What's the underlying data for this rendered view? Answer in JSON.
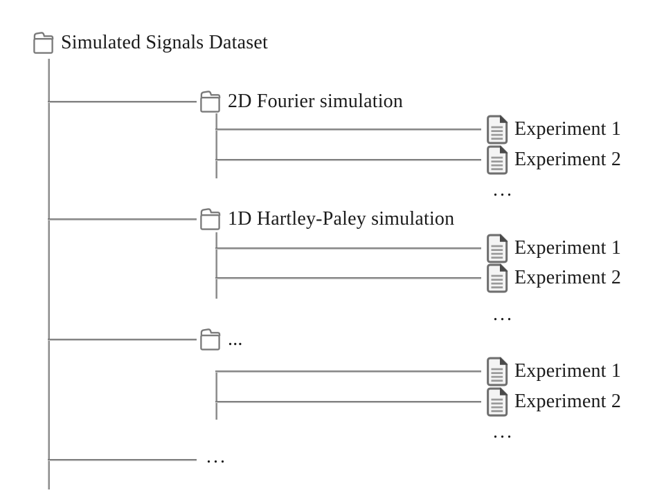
{
  "tree": {
    "root": {
      "label": "Simulated Signals Dataset",
      "icon": "folder-icon"
    },
    "groups": [
      {
        "label": "2D Fourier simulation",
        "icon": "folder-icon",
        "experiments": [
          {
            "label": "Experiment 1",
            "icon": "document-icon"
          },
          {
            "label": "Experiment 2",
            "icon": "document-icon"
          }
        ],
        "more": "..."
      },
      {
        "label": "1D Hartley-Paley simulation",
        "icon": "folder-icon",
        "experiments": [
          {
            "label": "Experiment 1",
            "icon": "document-icon"
          },
          {
            "label": "Experiment 2",
            "icon": "document-icon"
          }
        ],
        "more": "..."
      },
      {
        "label": "...",
        "icon": "folder-icon",
        "experiments": [
          {
            "label": "Experiment 1",
            "icon": "document-icon"
          },
          {
            "label": "Experiment 2",
            "icon": "document-icon"
          }
        ],
        "more": "..."
      }
    ],
    "more": "...",
    "colors": {
      "connector_line": "#8f8f8f",
      "text": "#1b1b1b",
      "icon_outline": "#7a7a7a",
      "document_fold": "#4a4a4a",
      "background": "#ffffff"
    }
  }
}
